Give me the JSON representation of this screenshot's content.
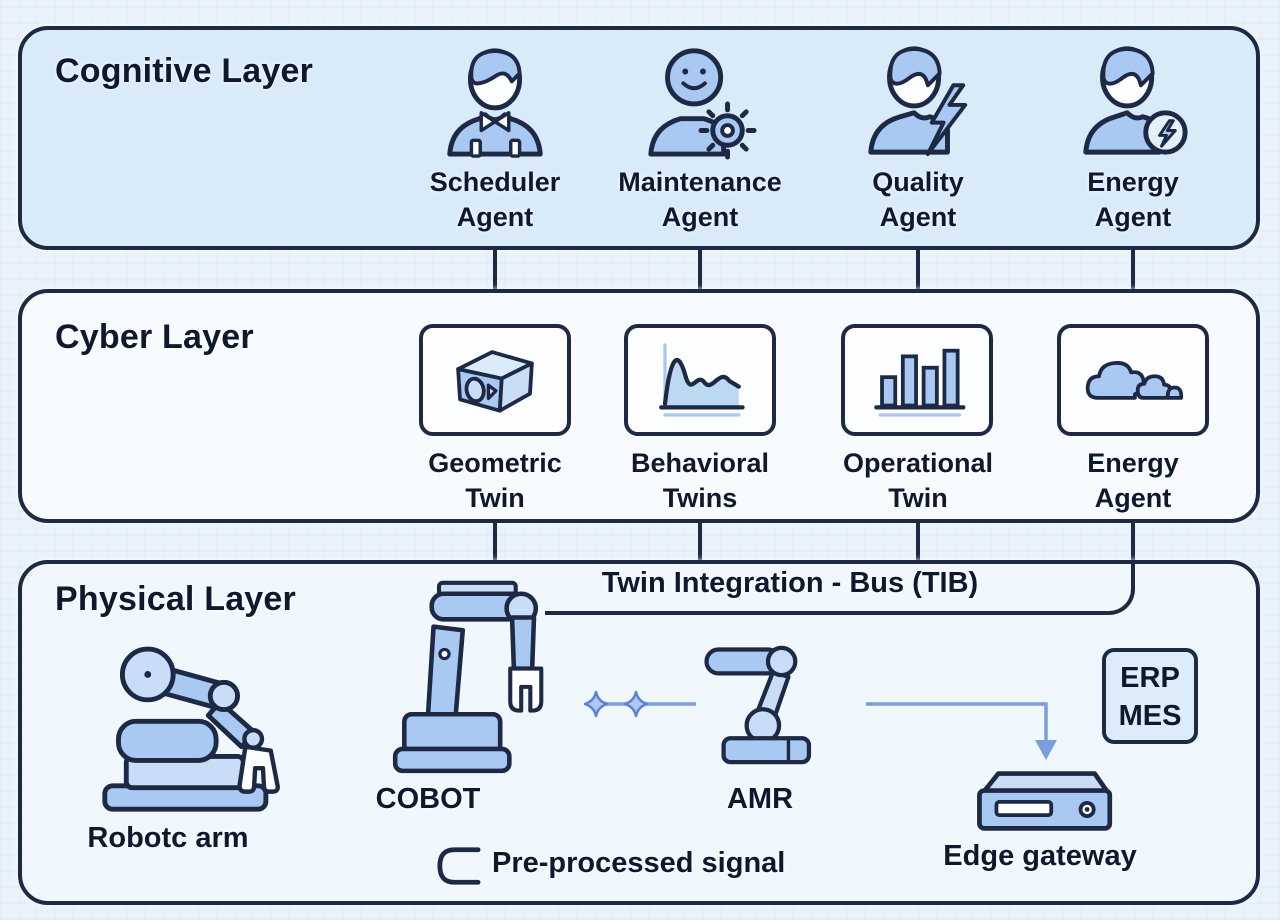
{
  "cognitive_layer": {
    "title": "Cognitive Layer",
    "agents": [
      {
        "label": "Scheduler\nAgent",
        "icon": "scheduler-agent-icon"
      },
      {
        "label": "Maintenance\nAgent",
        "icon": "maintenance-agent-icon"
      },
      {
        "label": "Quality\nAgent",
        "icon": "quality-agent-icon"
      },
      {
        "label": "Energy\nAgent",
        "icon": "energy-agent-icon"
      }
    ]
  },
  "cyber_layer": {
    "title": "Cyber Layer",
    "twins": [
      {
        "label": "Geometric\nTwin",
        "icon": "geometric-twin-icon"
      },
      {
        "label": "Behavioral\nTwins",
        "icon": "behavioral-twins-icon"
      },
      {
        "label": "Operational\nTwin",
        "icon": "operational-twin-icon"
      },
      {
        "label": "Energy\nAgent",
        "icon": "energy-cloud-icon"
      }
    ]
  },
  "physical_layer": {
    "title": "Physical Layer",
    "bus_label": "Twin Integration - Bus (TIB)",
    "equipment": [
      {
        "label": "Robotc arm",
        "icon": "robotic-arm-icon"
      },
      {
        "label": "COBOT",
        "icon": "cobot-icon"
      },
      {
        "label": "AMR",
        "icon": "amr-icon"
      },
      {
        "label": "Edge gateway",
        "icon": "edge-gateway-icon"
      }
    ],
    "erp_mes_label": "ERP\nMES",
    "legend_label": "Pre-processed signal"
  },
  "colors": {
    "outline": "#1d2945",
    "panel_cognitive": "#d9eaf8",
    "panel_cyber": "#f8fbfe",
    "panel_physical": "#f1f8fd",
    "icon_fill": "#a9c9f2",
    "icon_fill_light": "#c9def6",
    "signal_blue": "#7b9ddc",
    "background": "#e9f2fa"
  }
}
